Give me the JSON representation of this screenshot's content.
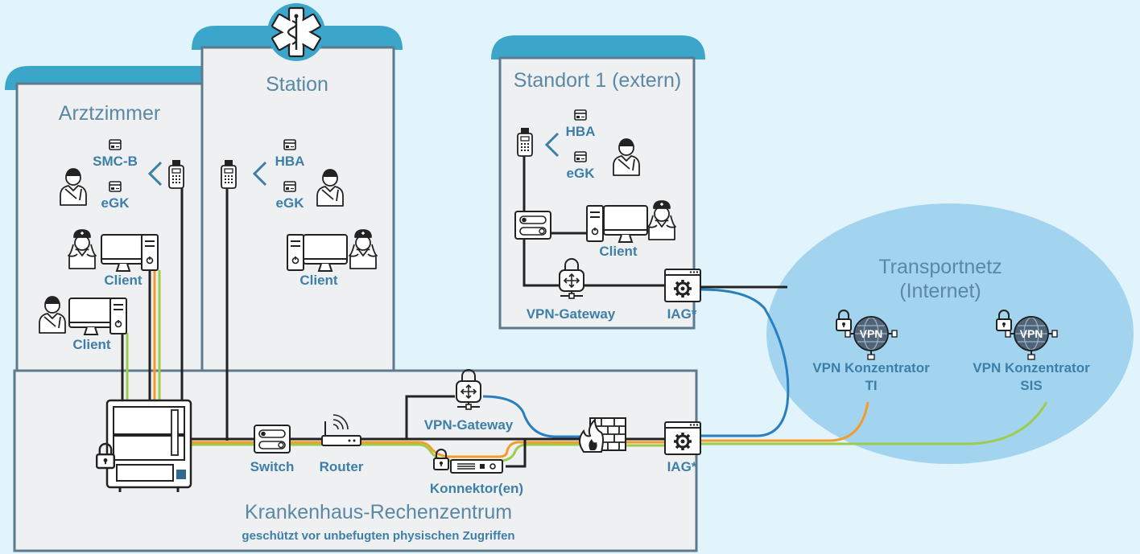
{
  "rooms": {
    "arztzimmer": "Arztzimmer",
    "station": "Station",
    "standort": "Standort 1 (extern)",
    "datacenter_title": "Krankenhaus-Rechenzentrum",
    "datacenter_subtitle": "geschützt vor unbefugten physischen Zugriffen"
  },
  "transport": {
    "title_line1": "Transportnetz",
    "title_line2": "(Internet)",
    "vpn_ti_line1": "VPN Konzentrator",
    "vpn_ti_line2": "TI",
    "vpn_sis_line1": "VPN Konzentrator",
    "vpn_sis_line2": "SIS",
    "vpn_badge": "VPN"
  },
  "labels": {
    "smcb": "SMC-B",
    "egk": "eGK",
    "hba": "HBA",
    "client": "Client",
    "switch": "Switch",
    "router": "Router",
    "vpn_gateway": "VPN-Gateway",
    "konnektor": "Konnektor(en)",
    "iag": "IAG*"
  },
  "colors": {
    "background": "#e1f3fb",
    "room_fill": "#eef0f2",
    "room_border": "#5d7a8f",
    "roof": "#3ba6c9",
    "label": "#3d7fa8",
    "room_title": "#5b88a5",
    "cable_orange": "#f39c2b",
    "cable_green": "#9ccc4e",
    "cable_blue": "#2a7fc0",
    "cable_black": "#222222",
    "ellipse": "#9fd2ee"
  }
}
